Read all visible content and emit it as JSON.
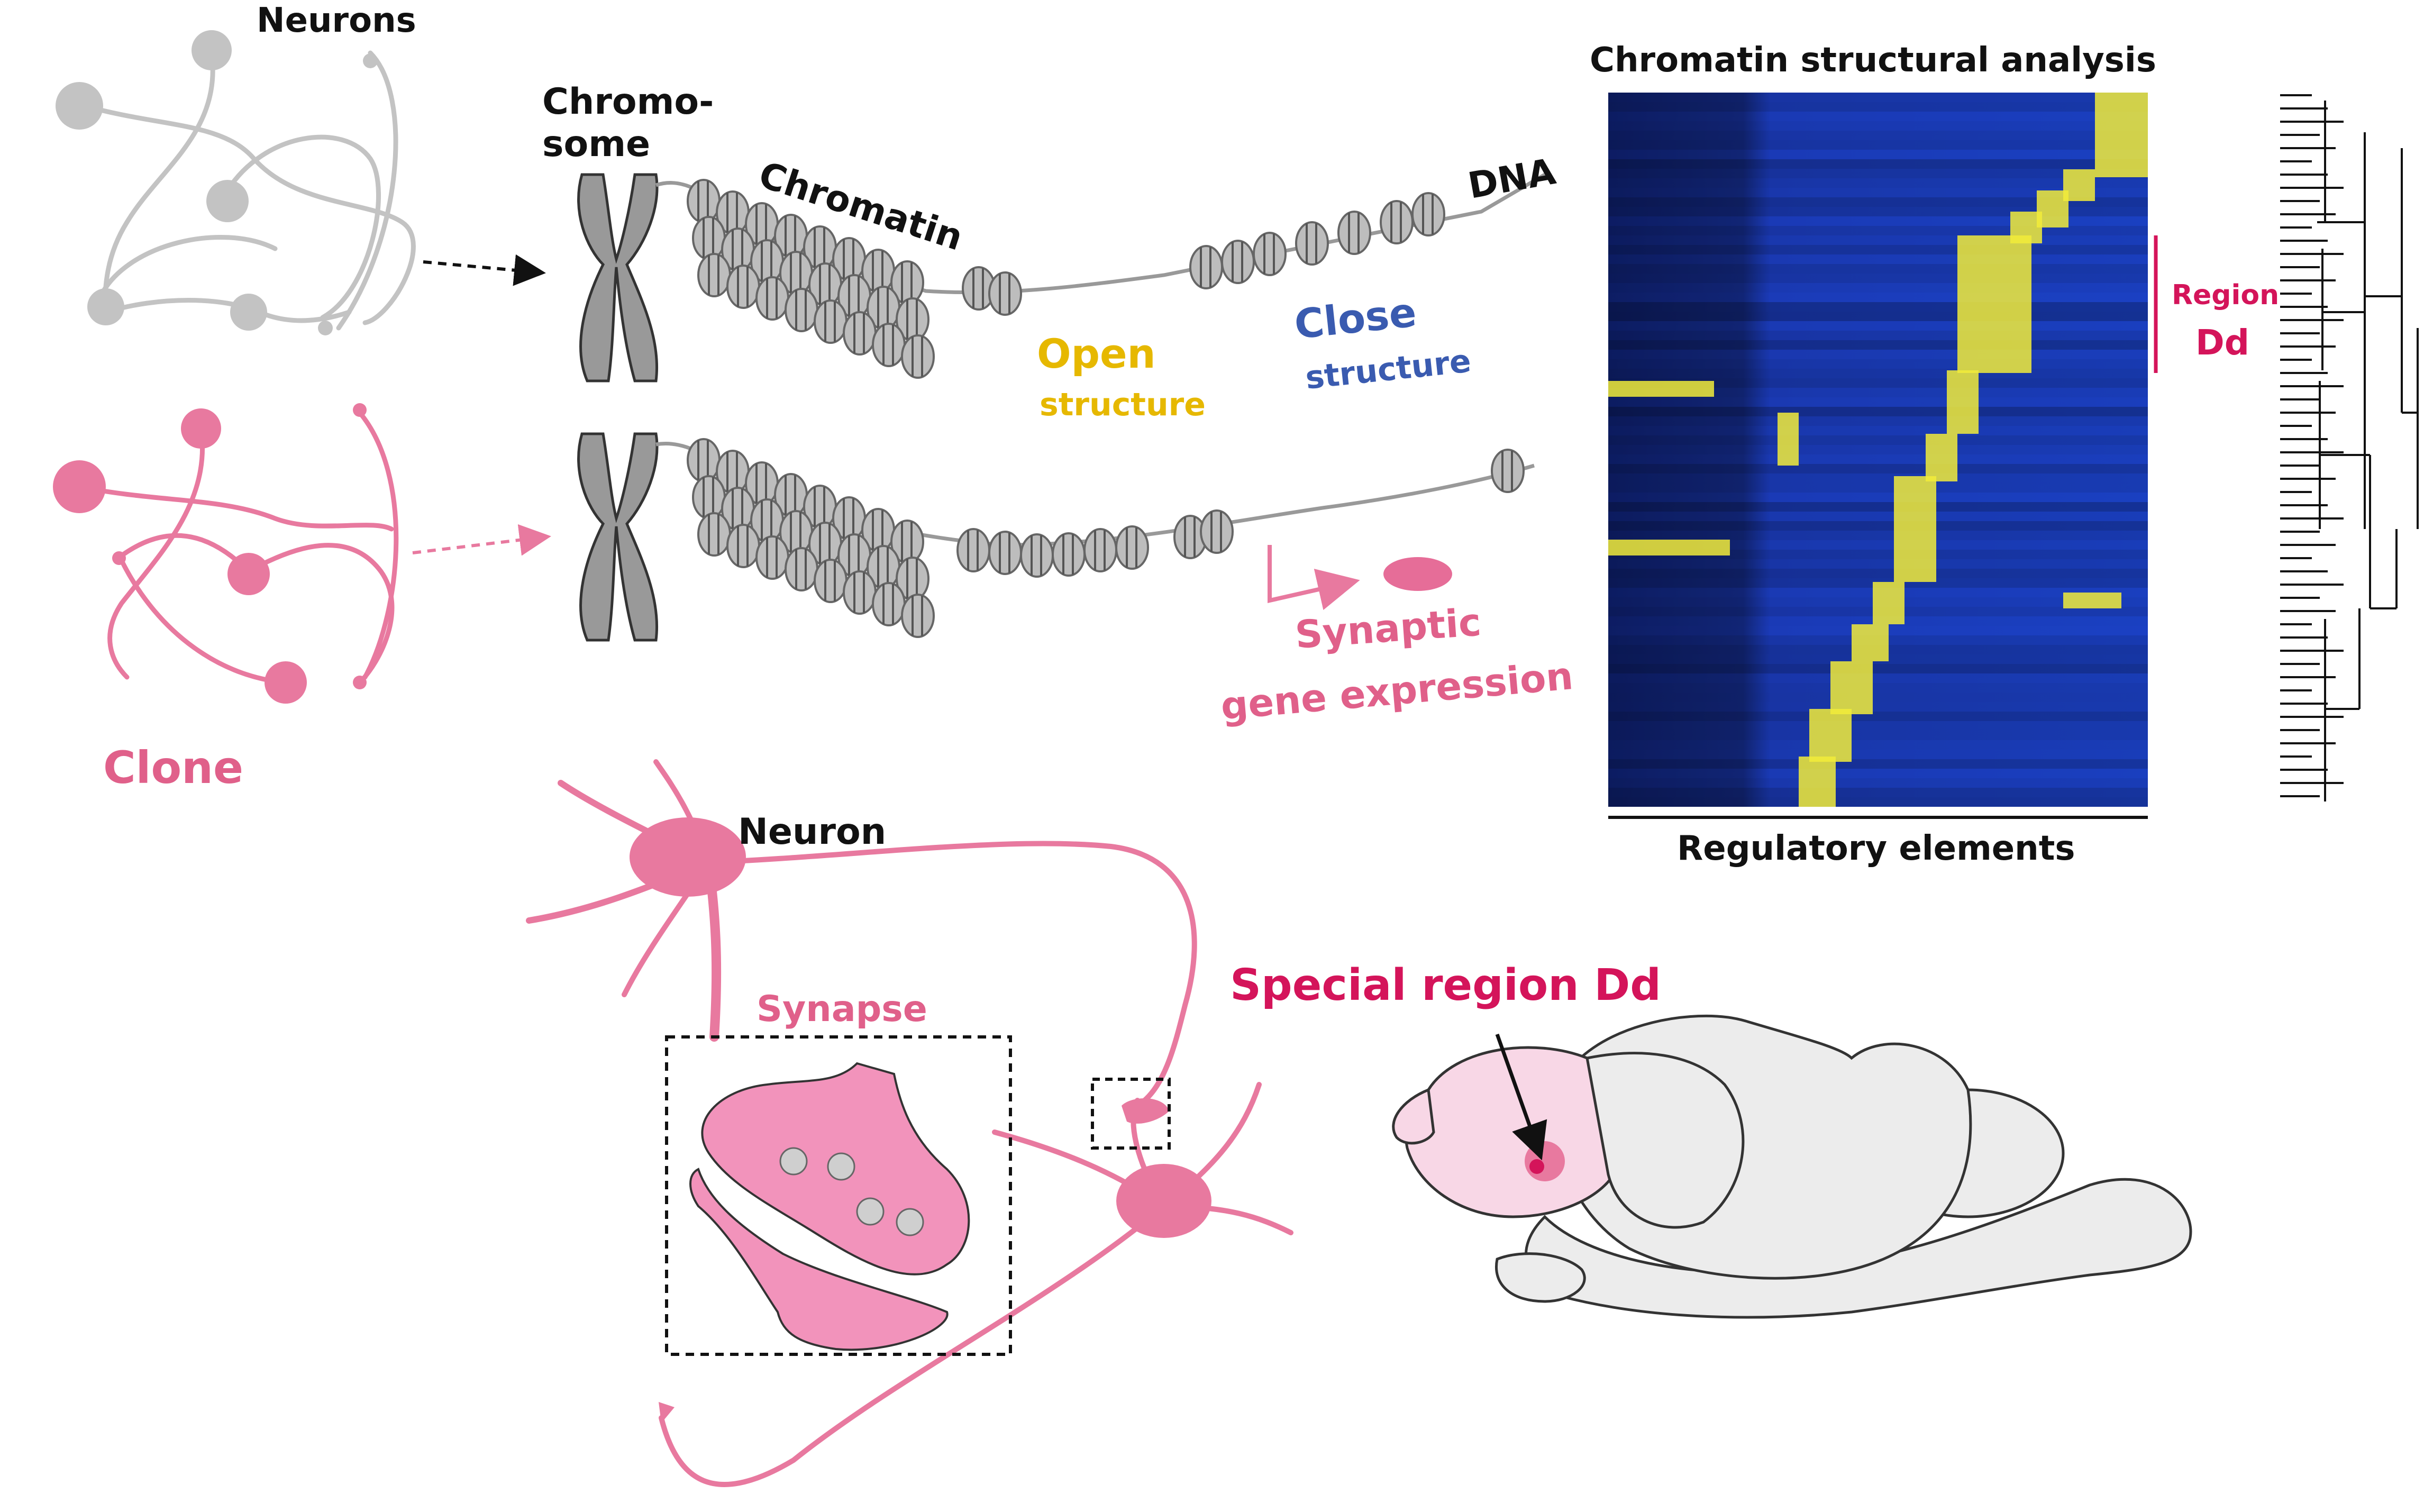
{
  "labels": {
    "neurons": "Neurons",
    "chromosome_line1": "Chromo-",
    "chromosome_line2": "some",
    "chromatin": "Chromatin",
    "dna": "DNA",
    "open_line1": "Open",
    "open_line2": "structure",
    "close_line1": "Close",
    "close_line2": "structure",
    "clone": "Clone",
    "synaptic_line1": "Synaptic",
    "synaptic_line2": "gene expression",
    "heatmap_title": "Chromatin structural analysis",
    "region_line1": "Region",
    "region_line2": "Dd",
    "regulatory": "Regulatory elements",
    "neuron": "Neuron",
    "synapse": "Synapse",
    "special_region": "Special region Dd"
  },
  "colors": {
    "gray_neuron": "#c3c3c3",
    "pink_neuron": "#e8799f",
    "pink_text": "#e0608a",
    "magenta": "#d4145a",
    "open_yellow": "#e6b800",
    "close_blue": "#3a5bb0",
    "heat_blue": "#1a3ec8",
    "heat_yellow": "#f2ec3a",
    "brain_gray": "#ececec",
    "brain_pink": "#f8d7e6"
  }
}
